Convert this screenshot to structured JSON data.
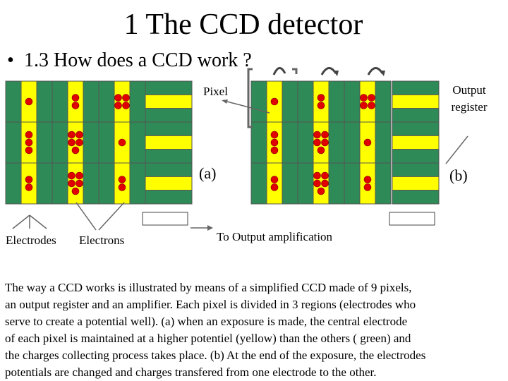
{
  "title": "1 The CCD detector",
  "subtitle": {
    "bullet": "•",
    "text": "1.3 How does a CCD work ?"
  },
  "labels": {
    "pixel": "Pixel",
    "output_register_line1": "Output",
    "output_register_line2": "register",
    "panel_a": "(a)",
    "panel_b": "(b)",
    "electrodes": "Electrodes",
    "electrons": "Electrons",
    "to_output": "To Output amplification"
  },
  "description_lines": [
    "The way a CCD works is illustrated by means of a simplified CCD made of  9 pixels,",
    "an output register and an amplifier. Each pixel is divided in 3 regions (electrodes who",
    " serve to create a potential well). (a) when an exposure is made, the central electrode",
    "of each pixel is maintained at a higher potentiel (yellow) than the others ( green) and",
    " the charges collecting process takes place. (b) At the end of the exposure, the electrodes",
    " potentials are changed and charges transfered from one electrode to the other."
  ],
  "colors": {
    "electrode_low": "#2e8b57",
    "electrode_high": "#ffff00",
    "electron": "#e00000",
    "outline": "#555555"
  },
  "panels": {
    "a": {
      "electron_counts": [
        [
          1,
          2,
          4
        ],
        [
          3,
          5,
          1
        ],
        [
          2,
          5,
          2
        ]
      ],
      "high_electrode": [
        1,
        1,
        1
      ]
    },
    "b": {
      "electron_counts": [
        [
          1,
          2,
          4
        ],
        [
          3,
          5,
          1
        ],
        [
          2,
          5,
          2
        ]
      ],
      "high_electrode": [
        1,
        1,
        1
      ],
      "output_register_high": [
        2,
        0,
        1
      ]
    }
  }
}
